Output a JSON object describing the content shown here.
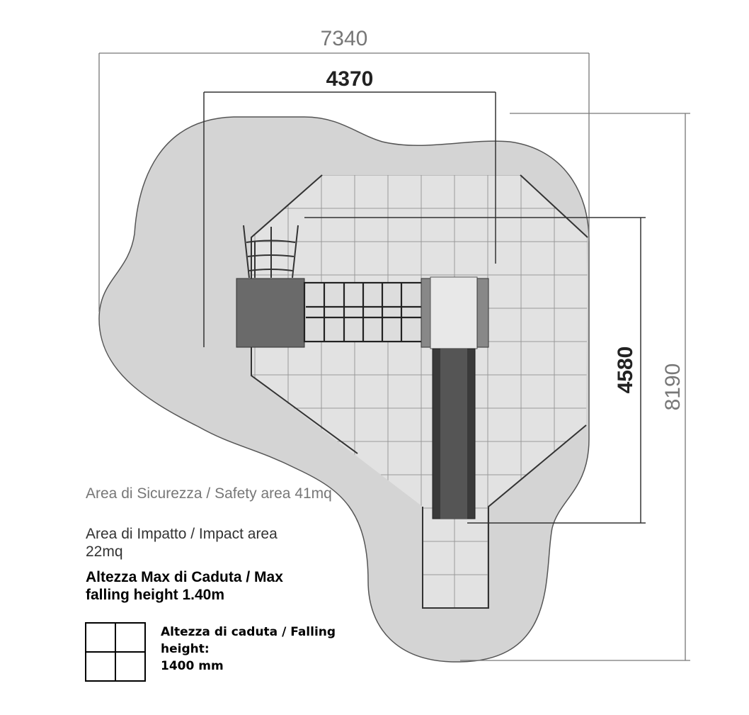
{
  "dimensions": {
    "overall_width": "7340",
    "structure_width": "4370",
    "overall_depth": "8190",
    "structure_depth": "4580"
  },
  "legend": {
    "safety_area": "Area di Sicurezza / Safety area 41mq",
    "impact_area": "Area di Impatto / Impact area 22mq",
    "max_fall_height": "Altezza Max di Caduta / Max falling height 1.40m",
    "falling_height_key": "Altezza di caduta / Falling height:",
    "falling_height_value": "1400 mm"
  },
  "colors": {
    "safety_area": "#d4d4d4",
    "impact_area": "#e2e2e2",
    "platform": "#6a6a6a",
    "slide": "#3a3a3a"
  }
}
